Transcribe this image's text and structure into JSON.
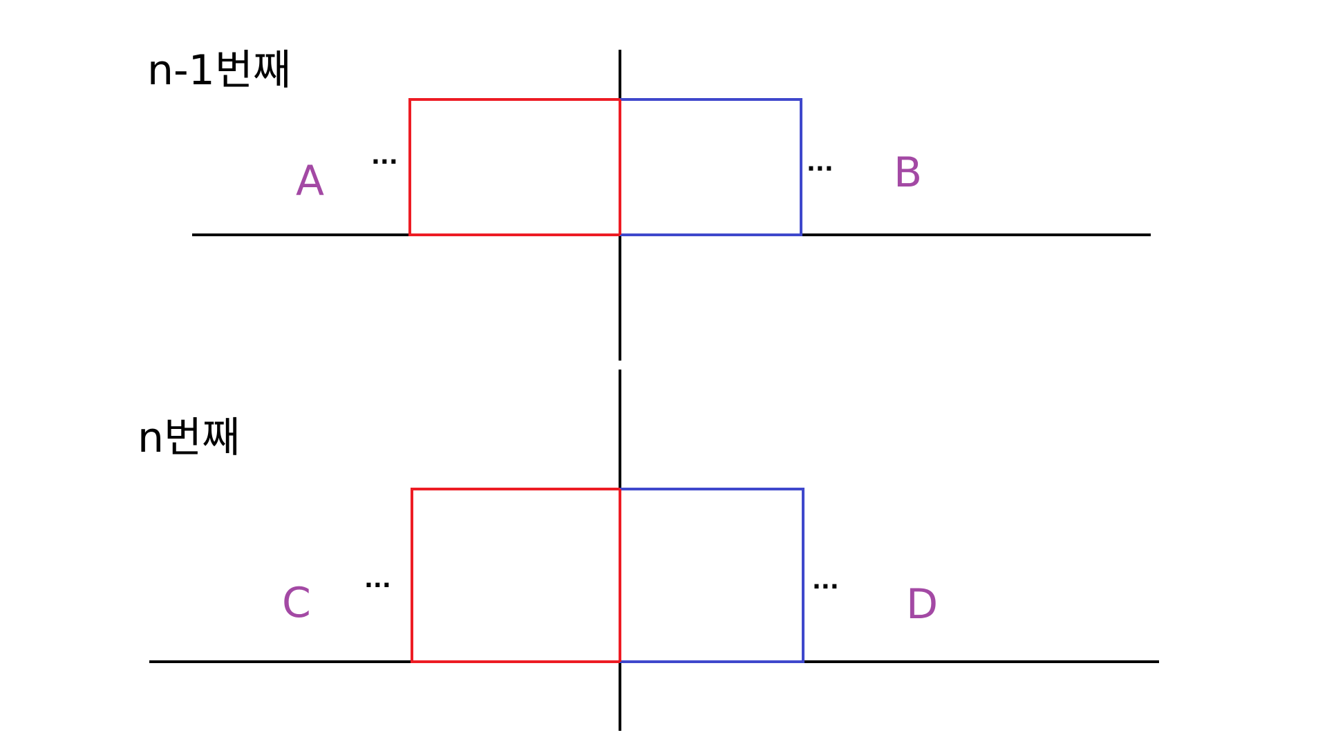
{
  "colors": {
    "axis": "#000000",
    "left_box": "#ed1c24",
    "right_box": "#3f48cc",
    "region_label": "#a349a4",
    "background": "#ffffff"
  },
  "panels": [
    {
      "title": "n-1번째",
      "left_label": "A",
      "right_label": "B",
      "left_ellipsis": "...",
      "right_ellipsis": "..."
    },
    {
      "title": "n번째",
      "left_label": "C",
      "right_label": "D",
      "left_ellipsis": "...",
      "right_ellipsis": "..."
    }
  ]
}
